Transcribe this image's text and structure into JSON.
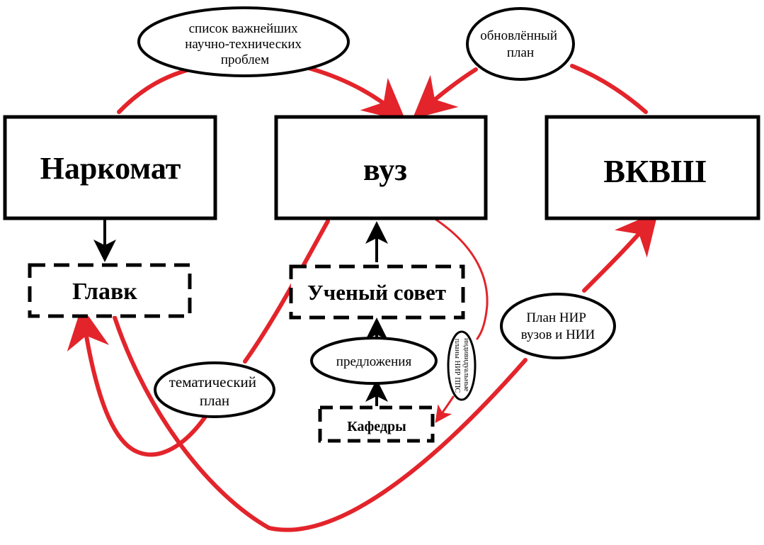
{
  "colors": {
    "red_arrow": "#e3242b",
    "black": "#000000",
    "background": "#ffffff"
  },
  "boxes": {
    "narkomat": "Наркомат",
    "vuz": "вуз",
    "vkvsh": "ВКВШ",
    "glavk": "Главк",
    "uchenyi_sovet": "Ученый совет",
    "kafedry": "Кафедры"
  },
  "ellipses": {
    "problems": [
      "список важнейших",
      "научно-технических",
      "проблем"
    ],
    "updated_plan": [
      "обновлённый",
      "план"
    ],
    "nir_plan": [
      "План НИР",
      "вузов и НИИ"
    ],
    "thematic_plan": [
      "тематический",
      "план"
    ],
    "proposals": "предложения",
    "individual_plans": [
      "индивидуальные",
      "планы НИР ППС"
    ]
  }
}
